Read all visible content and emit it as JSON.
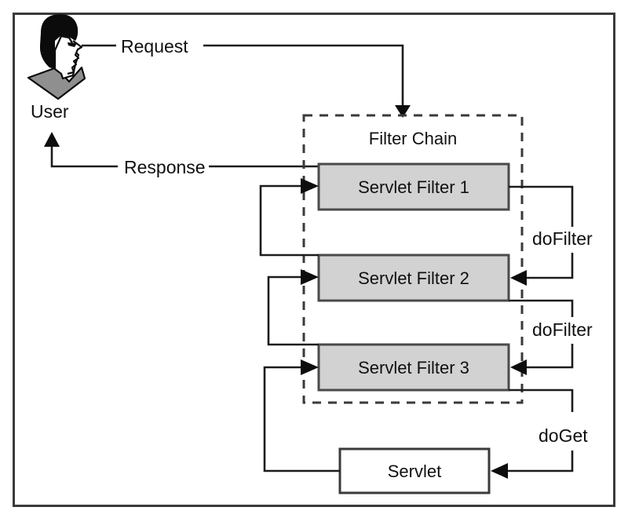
{
  "diagram": {
    "title_visible": false,
    "actor": {
      "icon": "user-head-profile-icon",
      "label": "User"
    },
    "flows": {
      "request": "Request",
      "response": "Response"
    },
    "filter_chain": {
      "title": "Filter Chain",
      "filters": [
        {
          "label": "Servlet Filter 1"
        },
        {
          "label": "Servlet Filter 2"
        },
        {
          "label": "Servlet Filter 3"
        }
      ]
    },
    "servlet": {
      "label": "Servlet"
    },
    "call_labels": [
      {
        "name": "doFilter",
        "text": "doFilter"
      },
      {
        "name": "doFilter",
        "text": "doFilter"
      },
      {
        "name": "doGet",
        "text": "doGet"
      }
    ],
    "colors": {
      "filter_fill": "#d2d2d2",
      "filter_stroke": "#4a4a4a",
      "line": "#1c1c1c",
      "frame": "#3a3a3a",
      "background": "#ffffff",
      "hair": "#0b0b0b",
      "shirt": "#8f8f8f"
    }
  }
}
